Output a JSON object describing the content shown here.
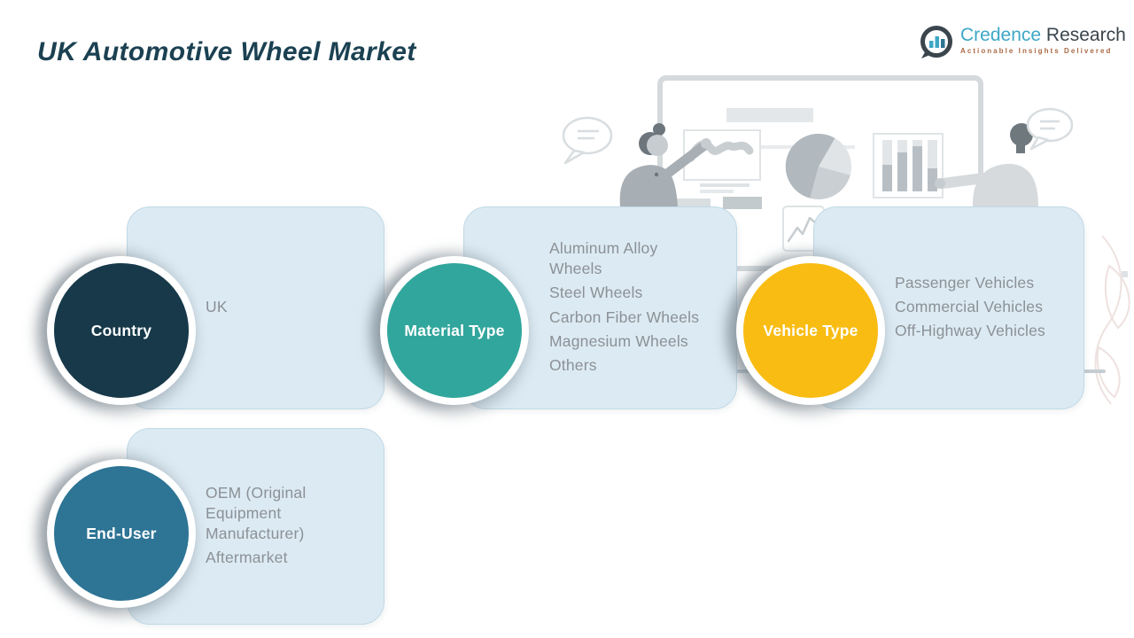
{
  "title": "UK Automotive Wheel Market",
  "logo": {
    "brand_primary": "Credence",
    "brand_secondary": "Research",
    "tagline": "Actionable Insights Delivered"
  },
  "colors": {
    "title_text": "#1b4152",
    "panel_fill": "#dceaf3",
    "panel_border": "#c0d9e6",
    "item_text": "#8b9196",
    "brand_teal": "#3ea7c6",
    "brand_slate": "#3a454d",
    "brand_tagline": "#aa6a45",
    "country_circle": "#17394a",
    "material_circle": "#31a69c",
    "vehicle_circle": "#f8bc13",
    "end_user_circle": "#2d7495"
  },
  "segments": [
    {
      "label": "Country",
      "items": [
        "UK"
      ]
    },
    {
      "label": "Material Type",
      "items": [
        "Aluminum Alloy\nWheels",
        "Steel Wheels",
        "Carbon Fiber Wheels",
        "Magnesium Wheels",
        "Others"
      ]
    },
    {
      "label": "Vehicle Type",
      "items": [
        "Passenger Vehicles",
        "Commercial Vehicles",
        "Off-Highway Vehicles"
      ]
    },
    {
      "label": "End-User",
      "items": [
        "OEM (Original\nEquipment\nManufacturer)",
        "Aftermarket"
      ]
    }
  ]
}
